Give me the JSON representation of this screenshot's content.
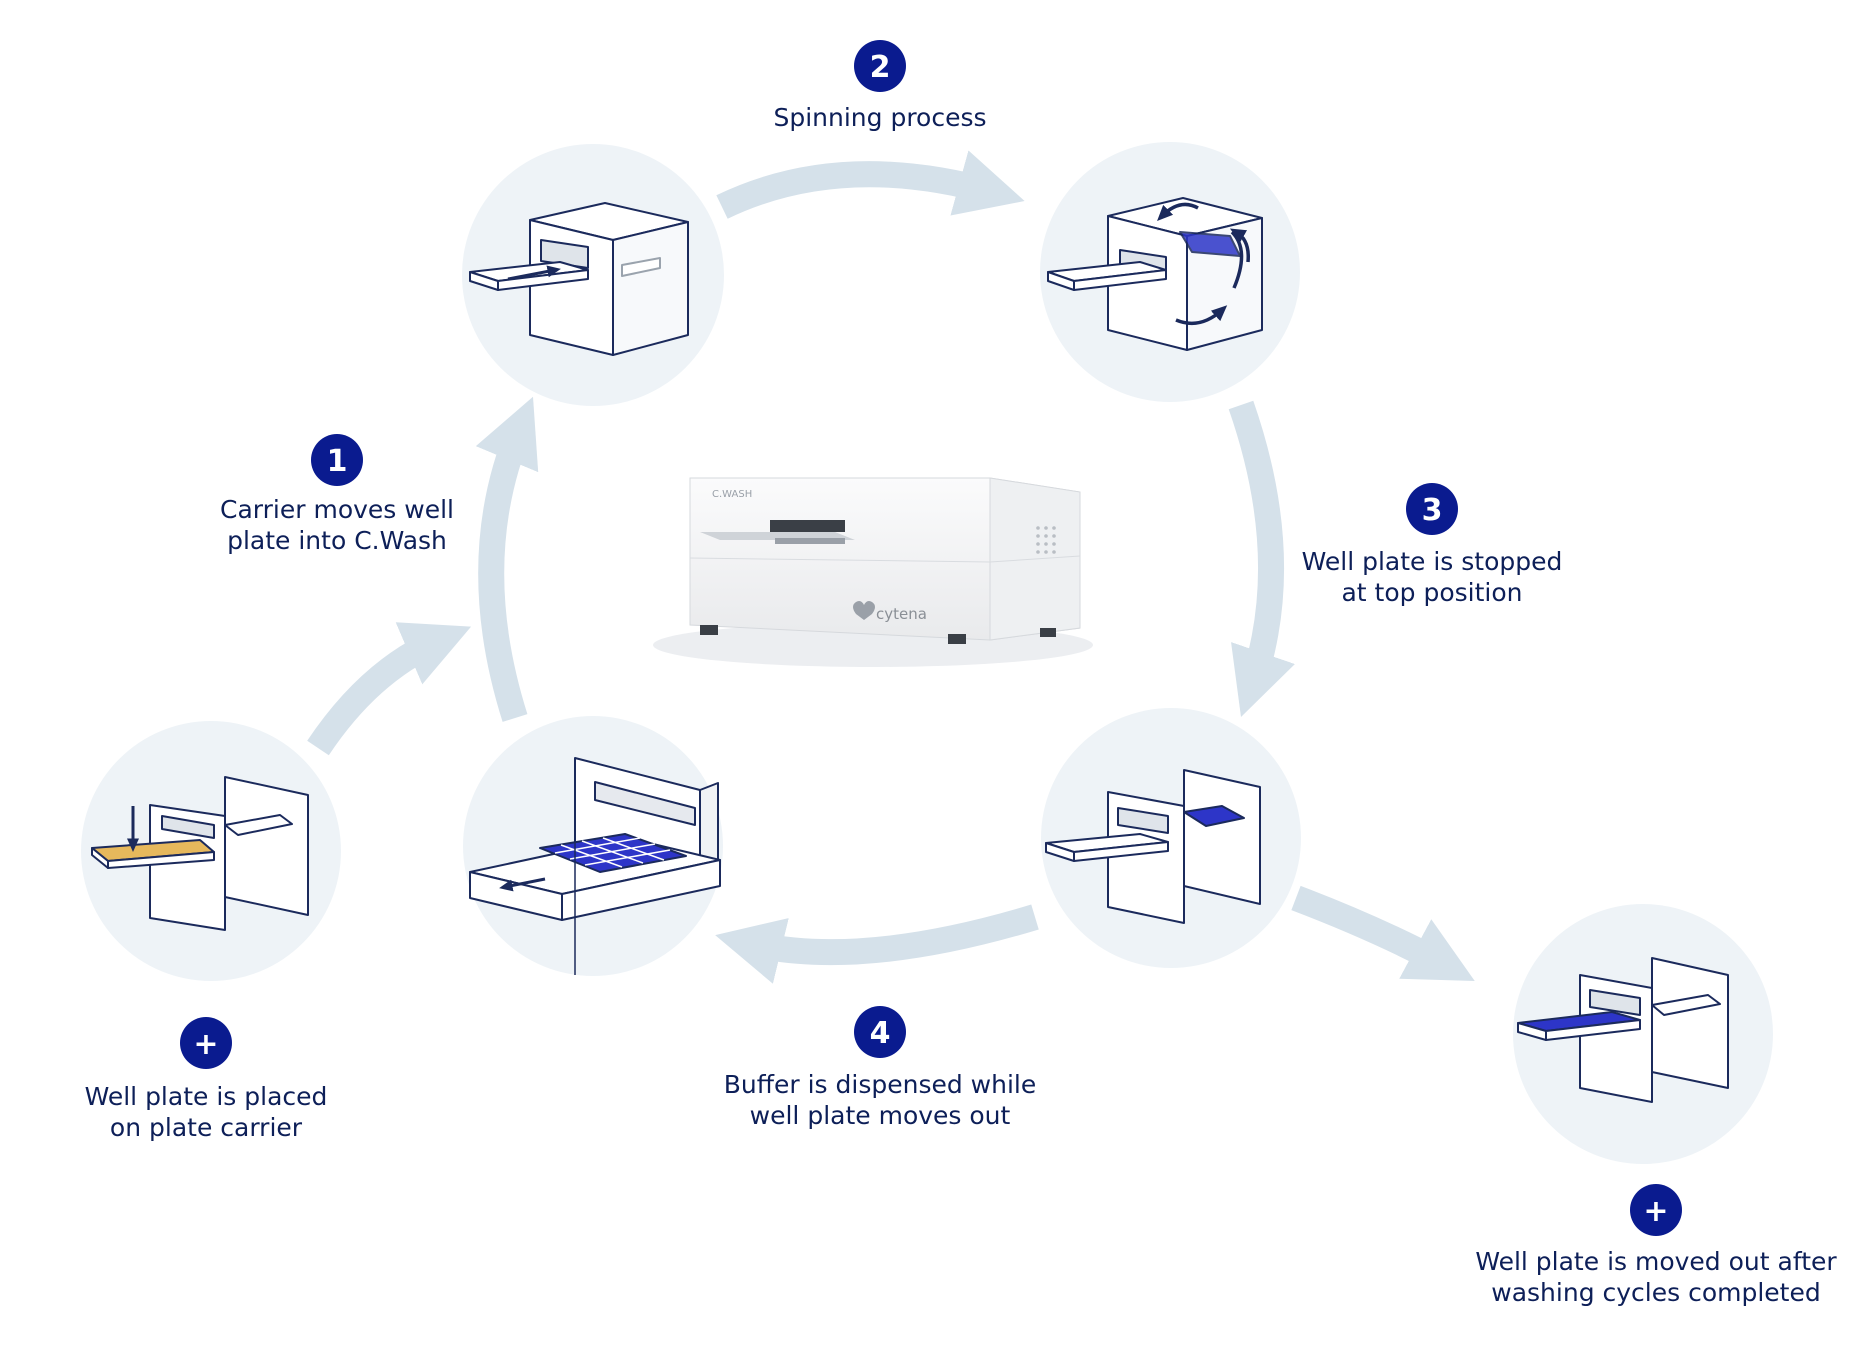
{
  "colors": {
    "badge": "#0a1b8f",
    "text": "#0d1f58",
    "flow_arrow": "#d5e1ea",
    "circle_bg": "#eef3f7",
    "plate_blue": "#2d35c8",
    "plate_yellow": "#e6b85c"
  },
  "steps": [
    {
      "badge": "1",
      "lines": [
        "Carrier moves well",
        "plate into C.Wash"
      ]
    },
    {
      "badge": "2",
      "lines": [
        "Spinning process"
      ]
    },
    {
      "badge": "3",
      "lines": [
        "Well plate is stopped",
        "at top position"
      ]
    },
    {
      "badge": "4",
      "lines": [
        "Buffer is dispensed while",
        "well plate moves out"
      ]
    }
  ],
  "extras": [
    {
      "badge": "+",
      "lines": [
        "Well plate is placed",
        "on plate carrier"
      ]
    },
    {
      "badge": "+",
      "lines": [
        "Well plate is moved out after",
        "washing cycles completed"
      ]
    }
  ],
  "device": {
    "model_label": "C.WASH",
    "brand": "cytena"
  },
  "icons": [
    "plate-carrier-load-icon",
    "carrier-in-icon",
    "spinning-icon",
    "stopped-top-icon",
    "buffer-dispense-icon",
    "plate-out-icon"
  ]
}
